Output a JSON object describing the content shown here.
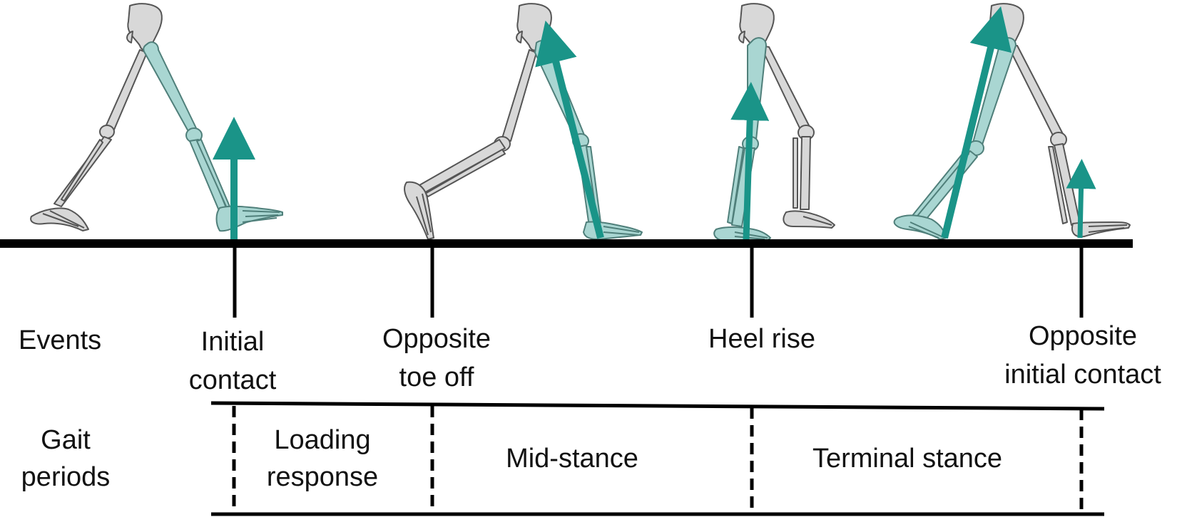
{
  "row_labels": {
    "events": "Events",
    "gait_periods": [
      "Gait",
      "periods"
    ]
  },
  "events": [
    {
      "id": "initial-contact",
      "lines": [
        "Initial",
        "contact"
      ]
    },
    {
      "id": "opposite-toe-off",
      "lines": [
        "Opposite",
        "toe off"
      ]
    },
    {
      "id": "heel-rise",
      "lines": [
        "Heel rise"
      ]
    },
    {
      "id": "opposite-initial-contact",
      "lines": [
        "Opposite",
        "initial contact"
      ]
    }
  ],
  "periods": [
    {
      "id": "loading-response",
      "lines": [
        "Loading",
        "response"
      ]
    },
    {
      "id": "mid-stance",
      "lines": [
        "Mid-stance"
      ]
    },
    {
      "id": "terminal-stance",
      "lines": [
        "Terminal stance"
      ]
    }
  ],
  "colors": {
    "force_arrow": "#1a9488",
    "highlight_limb": "#a9d6d2",
    "limb": "#d8d8d8",
    "ground": "#000000"
  },
  "icons": {
    "skeleton": "skeleton-icon",
    "force": "ground-reaction-force-arrow"
  }
}
